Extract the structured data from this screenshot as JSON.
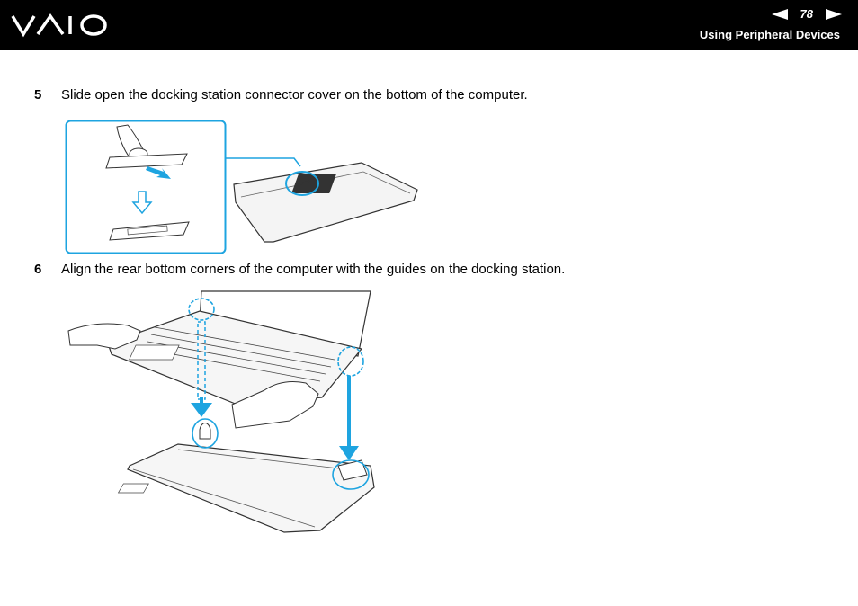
{
  "header": {
    "logo_text": "VAIO",
    "page_number": "78",
    "section_title": "Using Peripheral Devices"
  },
  "steps": [
    {
      "number": "5",
      "text": "Slide open the docking station connector cover on the bottom of the computer."
    },
    {
      "number": "6",
      "text": "Align the rear bottom corners of the computer with the guides on the docking station."
    }
  ],
  "colors": {
    "accent": "#1ea4e0",
    "header_bg": "#000000"
  }
}
